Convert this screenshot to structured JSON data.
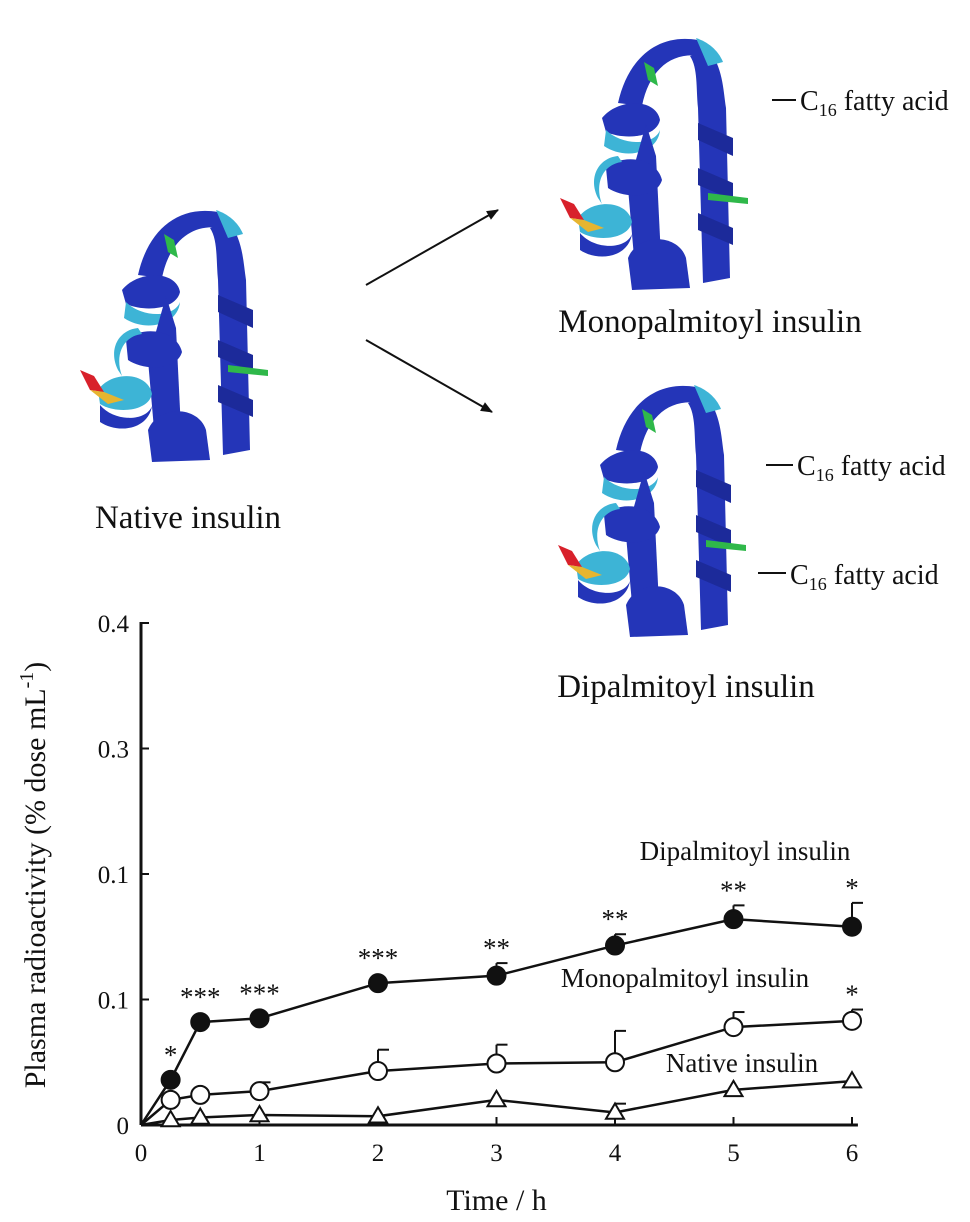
{
  "molecules": {
    "native": "Native insulin",
    "mono": "Monopalmitoyl insulin",
    "di": "Dipalmitoyl insulin",
    "fatty_acid_prefix": "C",
    "fatty_acid_sub": "16",
    "fatty_acid_suffix": " fatty acid"
  },
  "colors": {
    "helix_dark": "#2435b8",
    "helix_light": "#3db4d6",
    "strand_green": "#2fb84a",
    "turn_red": "#d8212b",
    "turn_yellow": "#e6b530"
  },
  "chart_data": {
    "type": "line",
    "xlabel": "Time / h",
    "ylabel_main": "Plasma radioactivity (% dose mL",
    "ylabel_sup": "-1",
    "ylabel_end": ")",
    "xlim": [
      0,
      6
    ],
    "x_ticks": [
      "0",
      "1",
      "2",
      "3",
      "4",
      "5",
      "6"
    ],
    "y_ticks": [
      "0",
      "0.1",
      "0.1",
      "0.3",
      "0.4"
    ],
    "series": [
      {
        "name": "Dipalmitoyl insulin",
        "marker": "filled-circle",
        "x": [
          0.25,
          0.5,
          1,
          2,
          3,
          4,
          5,
          6
        ],
        "y": [
          0.036,
          0.082,
          0.085,
          0.113,
          0.119,
          0.143,
          0.164,
          0.158
        ],
        "err": [
          0,
          0,
          0,
          0,
          0.01,
          0.009,
          0.011,
          0.019
        ],
        "stars": [
          "*",
          "***",
          "***",
          "***",
          "**",
          "**",
          "**",
          "*"
        ]
      },
      {
        "name": "Monopalmitoyl insulin",
        "marker": "open-circle",
        "x": [
          0.25,
          0.5,
          1,
          2,
          3,
          4,
          5,
          6
        ],
        "y": [
          0.02,
          0.024,
          0.027,
          0.043,
          0.049,
          0.05,
          0.078,
          0.083
        ],
        "err": [
          0,
          0,
          0.007,
          0.017,
          0.015,
          0.025,
          0.012,
          0.009
        ],
        "stars": [
          "",
          "",
          "",
          "",
          "",
          "",
          "",
          "*"
        ]
      },
      {
        "name": "Native insulin",
        "marker": "open-triangle",
        "x": [
          0.25,
          0.5,
          1,
          2,
          3,
          4,
          5,
          6
        ],
        "y": [
          0.004,
          0.006,
          0.008,
          0.007,
          0.02,
          0.01,
          0.028,
          0.035
        ],
        "err": [
          0,
          0,
          0,
          0,
          0,
          0.007,
          0,
          0
        ],
        "stars": [
          "",
          "",
          "",
          "",
          "",
          "",
          "",
          ""
        ]
      }
    ]
  }
}
